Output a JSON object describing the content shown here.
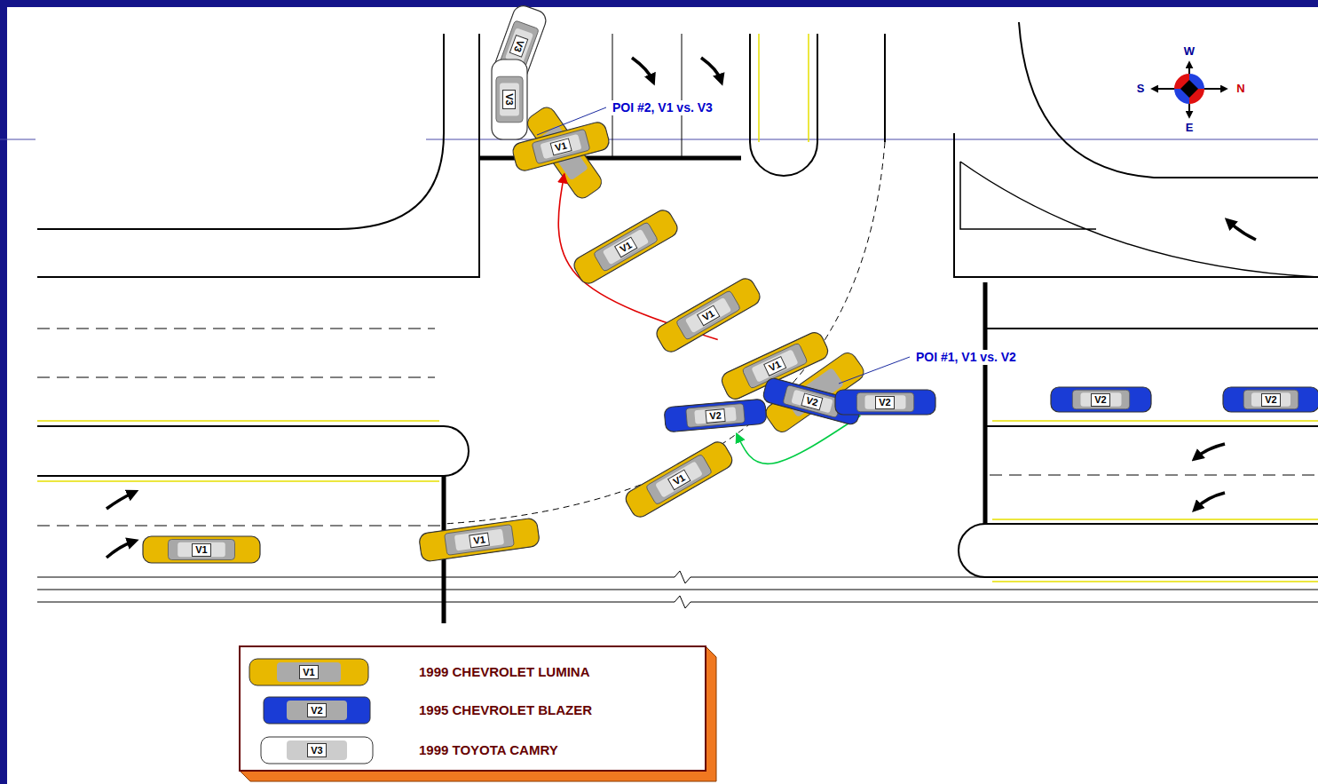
{
  "diagram": {
    "nodes": [
      {
        "text": [
          "V3"
        ]
      },
      {
        "text": [
          "V3"
        ]
      },
      {
        "text": [
          "V1"
        ]
      },
      {
        "text": [
          "V1"
        ]
      },
      {
        "text": [
          "V1"
        ]
      },
      {
        "text": [
          "V1"
        ]
      },
      {
        "text": [
          "V2"
        ]
      },
      {
        "text": [
          "V2"
        ]
      },
      {
        "text": [
          "V2"
        ]
      },
      {
        "text": [
          "V2"
        ]
      },
      {
        "text": [
          "V2"
        ]
      },
      {
        "text": [
          "V1"
        ]
      },
      {
        "text": [
          "V1"
        ]
      },
      {
        "text": [
          "V1"
        ]
      }
    ],
    "edges": [
      {
        "from": 5,
        "to": 2,
        "arrow": "to"
      },
      {
        "from": 7,
        "to": 10,
        "arrow": "to"
      }
    ],
    "labels": [
      "POI #2, V1 vs. V3",
      "POI #1, V1 vs. V2",
      "W",
      "S",
      "N",
      "E",
      "V1",
      "V2",
      "V3"
    ],
    "legend": [
      {
        "text": "1999 CHEVROLET LUMINA"
      },
      {
        "text": "1995 CHEVROLET BLAZER"
      },
      {
        "text": "1999 TOYOTA CAMRY"
      }
    ]
  }
}
